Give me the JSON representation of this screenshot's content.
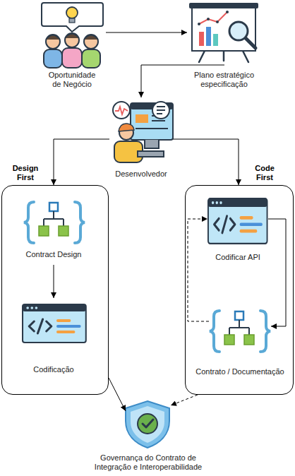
{
  "diagram": {
    "nodes": [
      {
        "text": [
          "Oportunidade de Negócio"
        ]
      },
      {
        "text": [
          "Plano estratégico especificação"
        ]
      },
      {
        "text": [
          "Desenvolvedor"
        ]
      },
      {
        "text": [
          "Design First"
        ]
      },
      {
        "text": [
          "Contract Design"
        ],
        "in": 3
      },
      {
        "text": [
          "Codificação"
        ],
        "in": 3
      },
      {
        "text": [
          "Code First"
        ]
      },
      {
        "text": [
          "Codificar API"
        ],
        "in": 6
      },
      {
        "text": [
          "Contrato / Documentação"
        ],
        "in": 6
      },
      {
        "text": [
          "Governança do Contrato de Integração e Interoperabilidade"
        ]
      }
    ],
    "edges": [
      {
        "from": 0,
        "to": 1,
        "arrow": "to"
      },
      {
        "from": 1,
        "to": 2,
        "arrow": "to"
      },
      {
        "from": 2,
        "to": 3,
        "arrow": "to"
      },
      {
        "from": 2,
        "to": 6,
        "arrow": "to"
      },
      {
        "from": 4,
        "to": 5,
        "arrow": "to"
      },
      {
        "from": 7,
        "to": 8,
        "arrow": "to"
      },
      {
        "from": 8,
        "to": 7,
        "arrow": "to"
      },
      {
        "from": 3,
        "to": 9,
        "arrow": "to"
      },
      {
        "from": 6,
        "to": 9,
        "arrow": "to"
      }
    ]
  }
}
